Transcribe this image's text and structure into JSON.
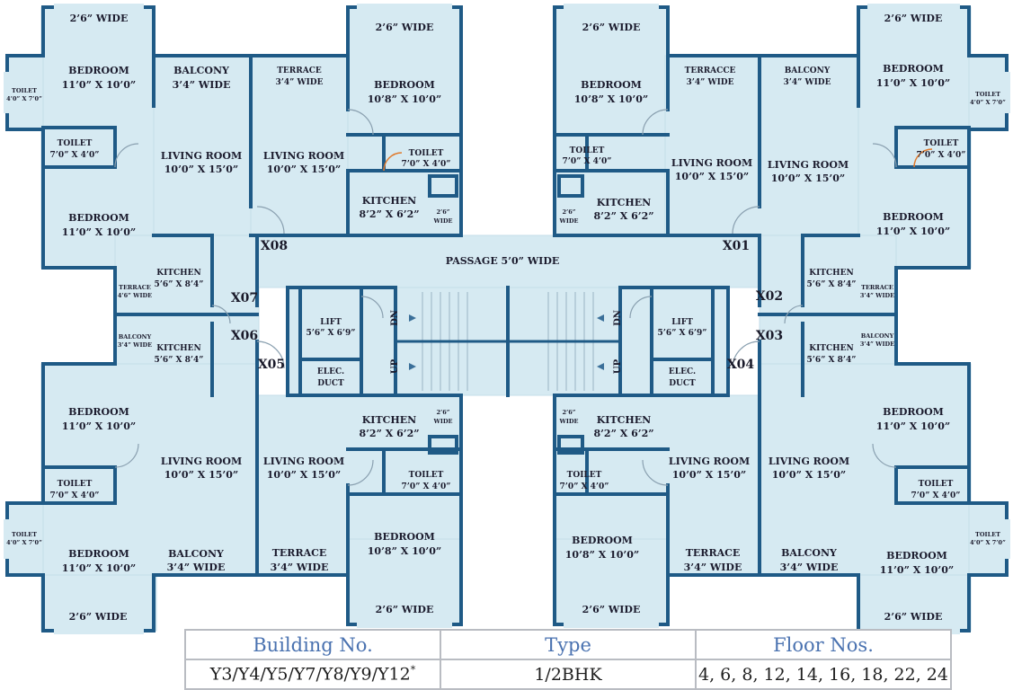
{
  "rooms": {
    "a1_wide": "2’6” WIDE",
    "a1_bed1_n": "BEDROOM",
    "a1_bed1_d": "11’0” X 10’0”",
    "a1_toilet1_n": "TOILET",
    "a1_toilet1_d": "4’0” X 7’0”",
    "a1_balcony_n": "BALCONY",
    "a1_balcony_d": "3’4” WIDE",
    "a1_toilet2_n": "TOILET",
    "a1_toilet2_d": "7’0” X 4’0”",
    "a1_living_n": "LIVING ROOM",
    "a1_living_d": "10’0” X 15’0”",
    "a1_bed2_n": "BEDROOM",
    "a1_bed2_d": "11’0” X 10’0”",
    "a1_kitchen_n": "KITCHEN",
    "a1_kitchen_d": "5’6” X 8’4”",
    "a1_terrace_n": "TERRACE",
    "a1_terrace_d": "4’6” WIDE",
    "a2_wide": "2’6” WIDE",
    "a2_terrace_n": "TERRACE",
    "a2_terrace_d": "3’4” WIDE",
    "a2_bed_n": "BEDROOM",
    "a2_bed_d": "10’8” X 10’0”",
    "a2_living_n": "LIVING ROOM",
    "a2_living_d": "10’0” X 15’0”",
    "a2_toilet_n": "TOILET",
    "a2_toilet_d": "7’0” X 4’0”",
    "a2_kitchen_n": "KITCHEN",
    "a2_kitchen_d": "8’2” X 6’2”",
    "a2_duct_a": "2’6”",
    "a2_duct_b": "WIDE",
    "a3_wide": "2’6” WIDE",
    "a3_terrace_n": "TERRACCE",
    "a3_terrace_d": "3’4” WIDE",
    "a3_bed_n": "BEDROOM",
    "a3_bed_d": "10’8” X 10’0”",
    "a3_toilet_n": "TOILET",
    "a3_toilet_d": "7’0” X 4’0”",
    "a3_living_n": "LIVING ROOM",
    "a3_living_d": "10’0” X 15’0”",
    "a3_kitchen_n": "KITCHEN",
    "a3_kitchen_d": "8’2” X 6’2”",
    "a3_duct_a": "2’6”",
    "a3_duct_b": "WIDE",
    "a4_wide": "2’6” WIDE",
    "a4_balcony_n": "BALCONY",
    "a4_balcony_d": "3’4” WIDE",
    "a4_bed1_n": "BEDROOM",
    "a4_bed1_d": "11’0” X 10’0”",
    "a4_toilet1_n": "TOILET",
    "a4_toilet1_d": "4’0” X 7’0”",
    "a4_toilet2_n": "TOILET",
    "a4_toilet2_d": "7’0” X 4’0”",
    "a4_living_n": "LIVING ROOM",
    "a4_living_d": "10’0” X 15’0”",
    "a4_bed2_n": "BEDROOM",
    "a4_bed2_d": "11’0” X 10’0”",
    "a4_kitchen_n": "KITCHEN",
    "a4_kitchen_d": "5’6” X 8’4”",
    "a4_terrace_n": "TERRACE",
    "a4_terrace_d": "3’4” WIDE",
    "b1_kitchen_n": "KITCHEN",
    "b1_kitchen_d": "5’6” X 8’4”",
    "b1_balcony_n": "BALCONY",
    "b1_balcony_d": "3’4” WIDE",
    "b1_bed1_n": "BEDROOM",
    "b1_bed1_d": "11’0” X 10’0”",
    "b1_living_n": "LIVING ROOM",
    "b1_living_d": "10’0” X 15’0”",
    "b1_toilet1_n": "TOILET",
    "b1_toilet1_d": "7’0” X 4’0”",
    "b1_toilet2_n": "TOILET",
    "b1_toilet2_d": "4’0” X 7’0”",
    "b1_bed2_n": "BEDROOM",
    "b1_bed2_d": "11’0” X 10’0”",
    "b1_balcony2_n": "BALCONY",
    "b1_balcony2_d": "3’4” WIDE",
    "b1_wide": "2’6” WIDE",
    "b2_kitchen_n": "KITCHEN",
    "b2_kitchen_d": "8’2” X 6’2”",
    "b2_duct_a": "2’6”",
    "b2_duct_b": "WIDE",
    "b2_living_n": "LIVING ROOM",
    "b2_living_d": "10’0” X 15’0”",
    "b2_toilet_n": "TOILET",
    "b2_toilet_d": "7’0” X 4’0”",
    "b2_bed_n": "BEDROOM",
    "b2_bed_d": "10’8” X 10’0”",
    "b2_terrace_n": "TERRACE",
    "b2_terrace_d": "3’4” WIDE",
    "b2_wide": "2’6” WIDE",
    "b3_duct_a": "2’6”",
    "b3_duct_b": "WIDE",
    "b3_kitchen_n": "KITCHEN",
    "b3_kitchen_d": "8’2” X 6’2”",
    "b3_toilet_n": "TOILET",
    "b3_toilet_d": "7’0” X 4’0”",
    "b3_living_n": "LIVING ROOM",
    "b3_living_d": "10’0” X 15’0”",
    "b3_bed_n": "BEDROOM",
    "b3_bed_d": "10’8” X 10’0”",
    "b3_terrace_n": "TERRACE",
    "b3_terrace_d": "3’4” WIDE",
    "b3_wide": "2’6” WIDE",
    "b4_kitchen_n": "KITCHEN",
    "b4_kitchen_d": "5’6” X 8’4”",
    "b4_balcony_n": "BALCONY",
    "b4_balcony_d": "3’4” WIDE",
    "b4_bed1_n": "BEDROOM",
    "b4_bed1_d": "11’0” X 10’0”",
    "b4_living_n": "LIVING ROOM",
    "b4_living_d": "10’0” X 15’0”",
    "b4_toilet1_n": "TOILET",
    "b4_toilet1_d": "7’0” X 4’0”",
    "b4_toilet2_n": "TOILET",
    "b4_toilet2_d": "4’0” X 7’0”",
    "b4_bed2_n": "BEDROOM",
    "b4_bed2_d": "11’0” X 10’0”",
    "b4_balcony2_n": "BALCONY",
    "b4_balcony2_d": "3’4” WIDE",
    "b4_wide": "2’6” WIDE",
    "passage": "PASSAGE 5’0” WIDE",
    "lift_l_n": "LIFT",
    "lift_l_d": "5’6” X 6’9”",
    "elec_l_a": "ELEC.",
    "elec_l_b": "DUCT",
    "lift_r_n": "LIFT",
    "lift_r_d": "5’6” X 6’9”",
    "elec_r_a": "ELEC.",
    "elec_r_b": "DUCT",
    "stair_dn": "DN",
    "stair_up": "UP"
  },
  "units": [
    "X08",
    "X01",
    "X07",
    "X02",
    "X06",
    "X03",
    "X05",
    "X04"
  ],
  "table": {
    "headers": [
      "Building No.",
      "Type",
      "Floor Nos."
    ],
    "building_no": "Y3/Y4/Y5/Y7/Y8/Y9/Y12",
    "building_mark": "*",
    "type": "1/2BHK",
    "floors": "4, 6, 8, 12, 14, 16, 18, 22, 24"
  },
  "colors": {
    "fill": "#d6eaf2",
    "wall": "#1f5a86",
    "text": "#1c1c2e",
    "door_accent": "#e07a2c",
    "table_header": "#4a72b0"
  }
}
